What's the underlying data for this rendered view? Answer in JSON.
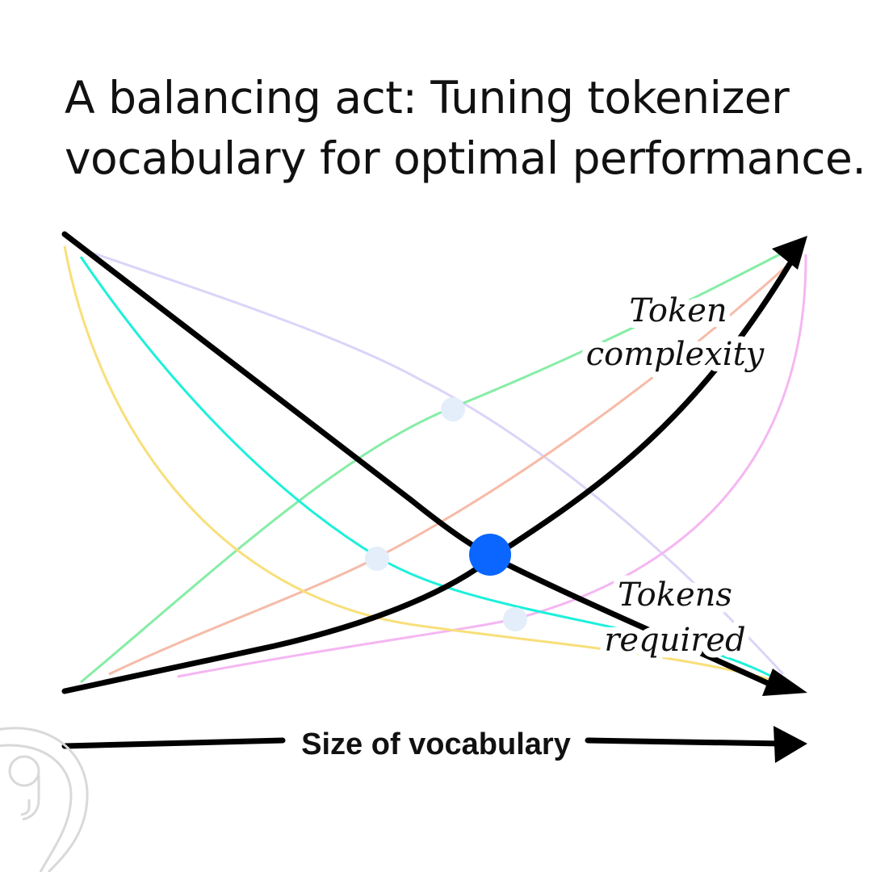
{
  "title_line1": "A balancing act: Tuning tokenizer",
  "title_line2": "vocabulary for optimal performance.",
  "labels": {
    "token_complexity_line1": "Token",
    "token_complexity_line2": "complexity",
    "tokens_required_line1": "Tokens",
    "tokens_required_line2": "required",
    "x_axis": "Size of vocabulary"
  },
  "colors": {
    "main_curves": "#000000",
    "optimum_point": "#0a66ff",
    "minor_points": "#e3eefa",
    "curve_lavender": "#dcd4f8",
    "curve_green": "#86eda6",
    "curve_salmon": "#f6bba8",
    "curve_pink": "#f5b6f2",
    "curve_cyan": "#1df0da",
    "curve_yellow": "#f8df7a",
    "logo": "#d9d9d9"
  }
}
